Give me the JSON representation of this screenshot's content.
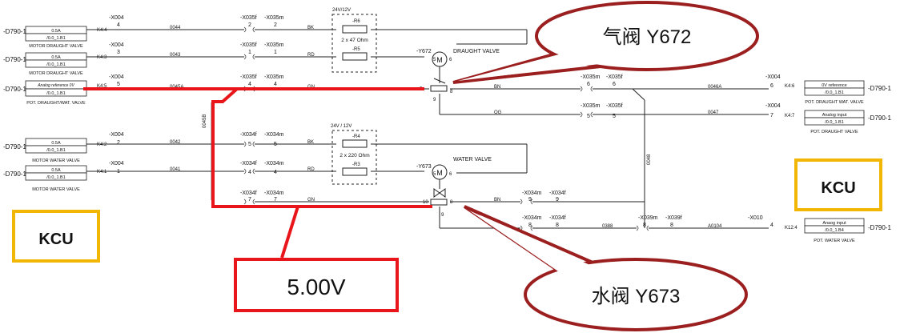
{
  "left_modules": [
    {
      "tag": "-D790-1",
      "k": "K4:4",
      "r1": "0.5A",
      "r2": "/0.0_1.B1",
      "caption": "MOTOR DRAUGHT VALVE"
    },
    {
      "tag": "-D790-1",
      "k": "K4:3",
      "r1": "0.5A",
      "r2": "/0.0_1.B1",
      "caption": "MOTOR DRAUGHT VALVE"
    },
    {
      "tag": "-D790-1",
      "k": "K4:5",
      "r1": "Analog reference 0V",
      "r2": "/0.0_1.B1",
      "caption": "POT. DRAUGHT/WAT. VALVE"
    },
    {
      "tag": "-D790-1",
      "k": "K4:2",
      "r1": "0.5A",
      "r2": "/0.0_1.B1",
      "caption": "MOTOR WATER VALVE"
    },
    {
      "tag": "-D790-1",
      "k": "K4:1",
      "r1": "0.5A",
      "r2": "/0.0_1.B1",
      "caption": "MOTOR WATER VALVE"
    }
  ],
  "right_modules": [
    {
      "tag": "-D790-1",
      "k": "K4:6",
      "r1": "0V reference",
      "r2": "/0.0_1.B1",
      "caption": "POT. DRAUGHT WAT. VALVE"
    },
    {
      "tag": "-D790-1",
      "k": "K4:7",
      "r1": "Analog input",
      "r2": "/0.0_1.B1",
      "caption": "POT. DRAUGHT VALVE"
    },
    {
      "tag": "-D790-1",
      "k": "K12:4",
      "r1": "Anaog input",
      "r2": "/0.0_1.B4",
      "caption": "POT. WATER VALVE"
    }
  ],
  "connectors": {
    "x004": "-X004",
    "x035f": "-X035f",
    "x035m": "-X035m",
    "x034f": "-X034f",
    "x034m": "-X034m",
    "x039m": "-X039m",
    "x039f": "-X039f",
    "x010": "-X010"
  },
  "pins": {
    "p1": "1",
    "p2": "2",
    "p3": "3",
    "p4": "4",
    "p5": "5",
    "p6": "6",
    "p7": "7",
    "p8": "8",
    "p9": "9",
    "p10": "10"
  },
  "wires": {
    "w0044": "0044",
    "w0043": "0043",
    "w0045A": "0045A",
    "w0042": "0042",
    "w0041": "0041",
    "w0045B": "0045B",
    "w0046A": "0046A",
    "w0047": "0047",
    "w0048": "0048",
    "w0388": "0388",
    "wA0104": "A0104",
    "bk": "BK",
    "rd": "RD",
    "gn": "GN",
    "og": "OG",
    "bn": "BN"
  },
  "resistors": {
    "upper_supply": "24V/12V",
    "r6": "-R6",
    "r5": "-R5",
    "upper_value": "2 x 47 Ohm",
    "lower_supply": "24V / 12V",
    "r4": "-R4",
    "r3": "-R3",
    "lower_value": "2 x 220 Ohm"
  },
  "valves": {
    "y672": "-Y672",
    "y672_name": "DRAUGHT VALVE",
    "y673": "-Y673",
    "y673_name": "WATER VALVE",
    "motor": "M"
  },
  "annotations": {
    "callout_top": "气阀 Y672",
    "callout_bottom": "水阀 Y673",
    "kcu_left": "KCU",
    "kcu_right": "KCU",
    "voltage": "5.00V"
  },
  "colors": {
    "highlight": "#e8161b",
    "callout_border": "#9b1f1f",
    "kcu_border": "#f2b705"
  }
}
